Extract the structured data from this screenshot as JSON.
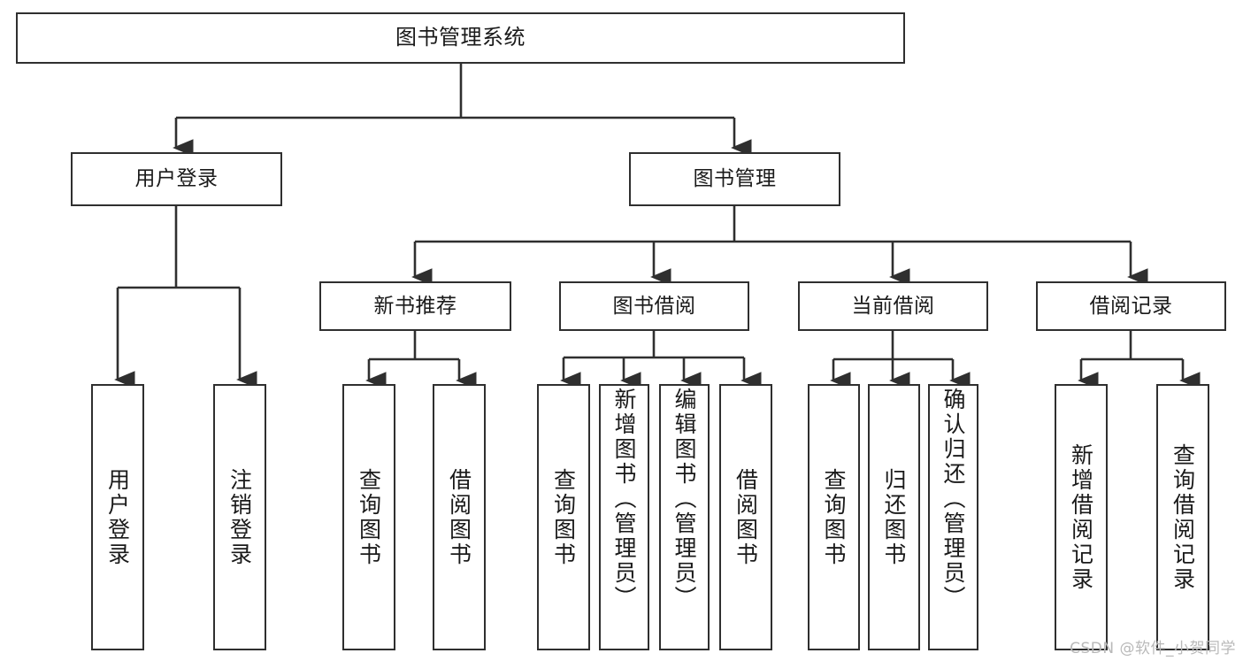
{
  "diagram": {
    "title": "图书管理系统",
    "type": "tree",
    "background_color": "#ffffff",
    "line_color": "#2f2f2f",
    "box_border_color": "#2f2f2f",
    "text_color": "#1a1a1a"
  },
  "nodes": {
    "root": {
      "label": "图书管理系统"
    },
    "level1": [
      {
        "id": "user-login",
        "label": "用户登录"
      },
      {
        "id": "book-manage",
        "label": "图书管理"
      }
    ],
    "level2": [
      {
        "id": "new-book-rec",
        "label": "新书推荐"
      },
      {
        "id": "book-borrow",
        "label": "图书借阅"
      },
      {
        "id": "current-borrow",
        "label": "当前借阅"
      },
      {
        "id": "borrow-record",
        "label": "借阅记录"
      }
    ],
    "leaves": {
      "user_login": [
        {
          "id": "leaf-user-login",
          "label": "用户登录"
        },
        {
          "id": "leaf-logout",
          "label": "注销登录"
        }
      ],
      "new_book_rec": [
        {
          "id": "leaf-query-book-1",
          "label": "查询图书"
        },
        {
          "id": "leaf-borrow-book-1",
          "label": "借阅图书"
        }
      ],
      "book_borrow": [
        {
          "id": "leaf-query-book-2",
          "label": "查询图书"
        },
        {
          "id": "leaf-add-book",
          "label": "新增图书（管理员）"
        },
        {
          "id": "leaf-edit-book",
          "label": "编辑图书（管理员）"
        },
        {
          "id": "leaf-borrow-book-2",
          "label": "借阅图书"
        }
      ],
      "current_borrow": [
        {
          "id": "leaf-query-book-3",
          "label": "查询图书"
        },
        {
          "id": "leaf-return-book",
          "label": "归还图书"
        },
        {
          "id": "leaf-confirm-return",
          "label": "确认归还（管理员）"
        }
      ],
      "borrow_record": [
        {
          "id": "leaf-add-record",
          "label": "新增借阅记录"
        },
        {
          "id": "leaf-query-record",
          "label": "查询借阅记录"
        }
      ]
    }
  },
  "watermark": {
    "text": "CSDN @软件_小贺同学"
  }
}
